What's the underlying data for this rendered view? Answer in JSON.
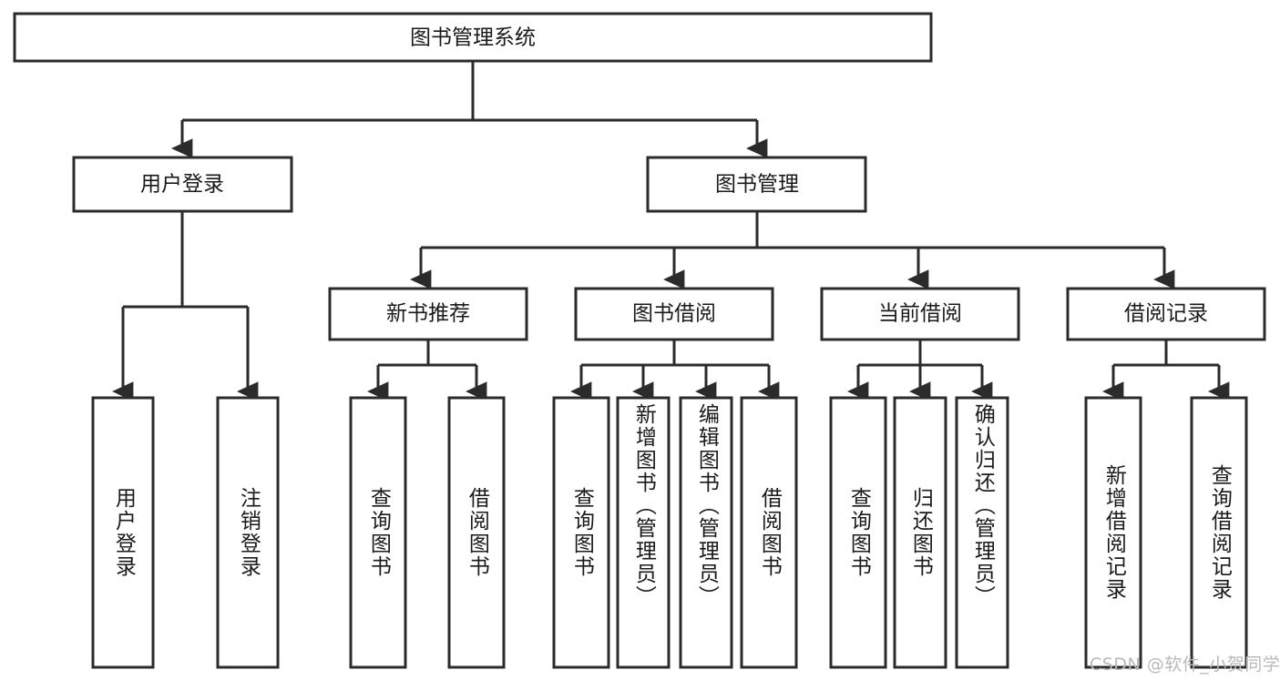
{
  "diagram": {
    "type": "tree-flowchart",
    "title_node": {
      "id": "root",
      "label": "图书管理系统"
    },
    "level2": [
      {
        "id": "user-login",
        "label": "用户登录"
      },
      {
        "id": "book-manage",
        "label": "图书管理"
      }
    ],
    "level3": [
      {
        "id": "new-book-rec",
        "label": "新书推荐",
        "parent": "book-manage"
      },
      {
        "id": "book-borrow",
        "label": "图书借阅",
        "parent": "book-manage"
      },
      {
        "id": "current-borrow",
        "label": "当前借阅",
        "parent": "book-manage"
      },
      {
        "id": "borrow-record",
        "label": "借阅记录",
        "parent": "book-manage"
      }
    ],
    "leaves": [
      {
        "id": "leaf-user-login",
        "label": "用户登录",
        "parent": "user-login"
      },
      {
        "id": "leaf-logout",
        "label": "注销登录",
        "parent": "user-login"
      },
      {
        "id": "leaf-query-book-1",
        "label": "查询图书",
        "parent": "new-book-rec"
      },
      {
        "id": "leaf-borrow-book-1",
        "label": "借阅图书",
        "parent": "new-book-rec"
      },
      {
        "id": "leaf-query-book-2",
        "label": "查询图书",
        "parent": "book-borrow"
      },
      {
        "id": "leaf-add-book",
        "label": "新增图书（管理员）",
        "parent": "book-borrow"
      },
      {
        "id": "leaf-edit-book",
        "label": "编辑图书（管理员）",
        "parent": "book-borrow"
      },
      {
        "id": "leaf-borrow-book-2",
        "label": "借阅图书",
        "parent": "book-borrow"
      },
      {
        "id": "leaf-query-book-3",
        "label": "查询图书",
        "parent": "current-borrow"
      },
      {
        "id": "leaf-return-book",
        "label": "归还图书",
        "parent": "current-borrow"
      },
      {
        "id": "leaf-confirm-return",
        "label": "确认归还（管理员）",
        "parent": "current-borrow"
      },
      {
        "id": "leaf-add-record",
        "label": "新增借阅记录",
        "parent": "borrow-record"
      },
      {
        "id": "leaf-query-record",
        "label": "查询借阅记录",
        "parent": "borrow-record"
      }
    ],
    "watermark": "CSDN @软件_小贺同学",
    "colors": {
      "stroke": "#2b2b2b",
      "fill": "#ffffff",
      "text": "#1a1a1a",
      "watermark": "#b9b9b9"
    }
  }
}
